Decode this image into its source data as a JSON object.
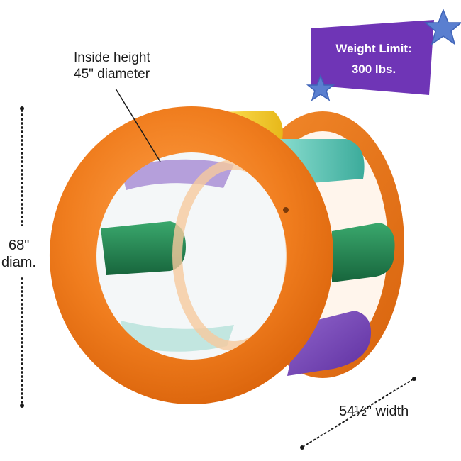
{
  "annotations": {
    "inside_line1": "Inside height",
    "inside_line2": "45\" diameter",
    "height_line1": "68\"",
    "height_line2": "diam.",
    "width": "54½\" width"
  },
  "badge": {
    "line1": "Weight Limit:",
    "line2": "300 lbs."
  },
  "colors": {
    "orange": "#f07d1e",
    "purple": "#6f35b6",
    "star_blue": "#5a7fd0",
    "teal": "#5fc7b7",
    "green": "#2a8a57",
    "yellow": "#f2cf2a",
    "violet_panel": "#7e4bbd"
  }
}
